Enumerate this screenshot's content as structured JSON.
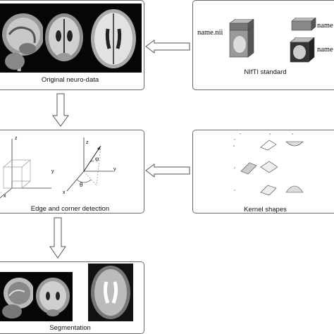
{
  "boxes": {
    "original": {
      "caption": "Original neuro-data"
    },
    "nifti": {
      "caption": "NIfTI standard",
      "file_label_main": "name.nii",
      "file_label_1": "name",
      "file_label_2": "name"
    },
    "edge": {
      "caption": "Edge and corner detection"
    },
    "kernel": {
      "caption": "Kernel shapes"
    },
    "segmentation": {
      "caption": "Segmentation"
    }
  },
  "axes": {
    "cube": {
      "z": "z",
      "y": "y",
      "x": "x"
    },
    "angle": {
      "z": "z",
      "y": "y",
      "x": "x",
      "phi": "φ",
      "theta": "θ"
    }
  },
  "colors": {
    "border": "#6a6a6a",
    "arrow_fill": "#ffffff",
    "arrow_stroke": "#555555"
  }
}
